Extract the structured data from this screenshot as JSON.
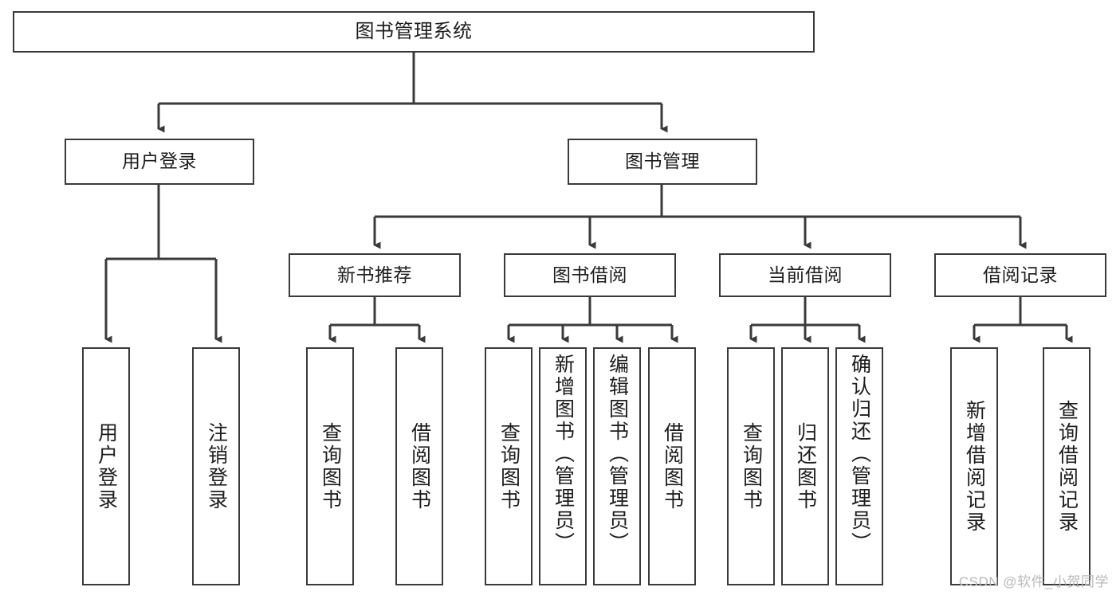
{
  "diagram": {
    "title": "图书管理系统",
    "background_color": "#ffffff",
    "line_color": "#3a3a3a",
    "text_color": "#1d1d1d",
    "root": {
      "label": "图书管理系统"
    },
    "level1": [
      {
        "id": "user-login",
        "label": "用户登录"
      },
      {
        "id": "book-manage",
        "label": "图书管理"
      }
    ],
    "level2": [
      {
        "id": "new-book-recommend",
        "label": "新书推荐"
      },
      {
        "id": "book-borrow",
        "label": "图书借阅"
      },
      {
        "id": "current-borrow",
        "label": "当前借阅"
      },
      {
        "id": "borrow-record",
        "label": "借阅记录"
      }
    ],
    "leaves": [
      {
        "id": "leaf-user-login",
        "label": "用户登录"
      },
      {
        "id": "leaf-logout",
        "label": "注销登录"
      },
      {
        "id": "leaf-query-book-1",
        "label": "查询图书"
      },
      {
        "id": "leaf-borrow-book-1",
        "label": "借阅图书"
      },
      {
        "id": "leaf-query-book-2",
        "label": "查询图书"
      },
      {
        "id": "leaf-add-book",
        "label": "新增图书（管理员）"
      },
      {
        "id": "leaf-edit-book",
        "label": "编辑图书（管理员）"
      },
      {
        "id": "leaf-borrow-book-2",
        "label": "借阅图书"
      },
      {
        "id": "leaf-query-book-3",
        "label": "查询图书"
      },
      {
        "id": "leaf-return-book",
        "label": "归还图书"
      },
      {
        "id": "leaf-confirm-return",
        "label": "确认归还（管理员）"
      },
      {
        "id": "leaf-add-record",
        "label": "新增借阅记录"
      },
      {
        "id": "leaf-query-record",
        "label": "查询借阅记录"
      }
    ]
  },
  "watermark": {
    "text": "CSDN @软件_小贺同学"
  }
}
